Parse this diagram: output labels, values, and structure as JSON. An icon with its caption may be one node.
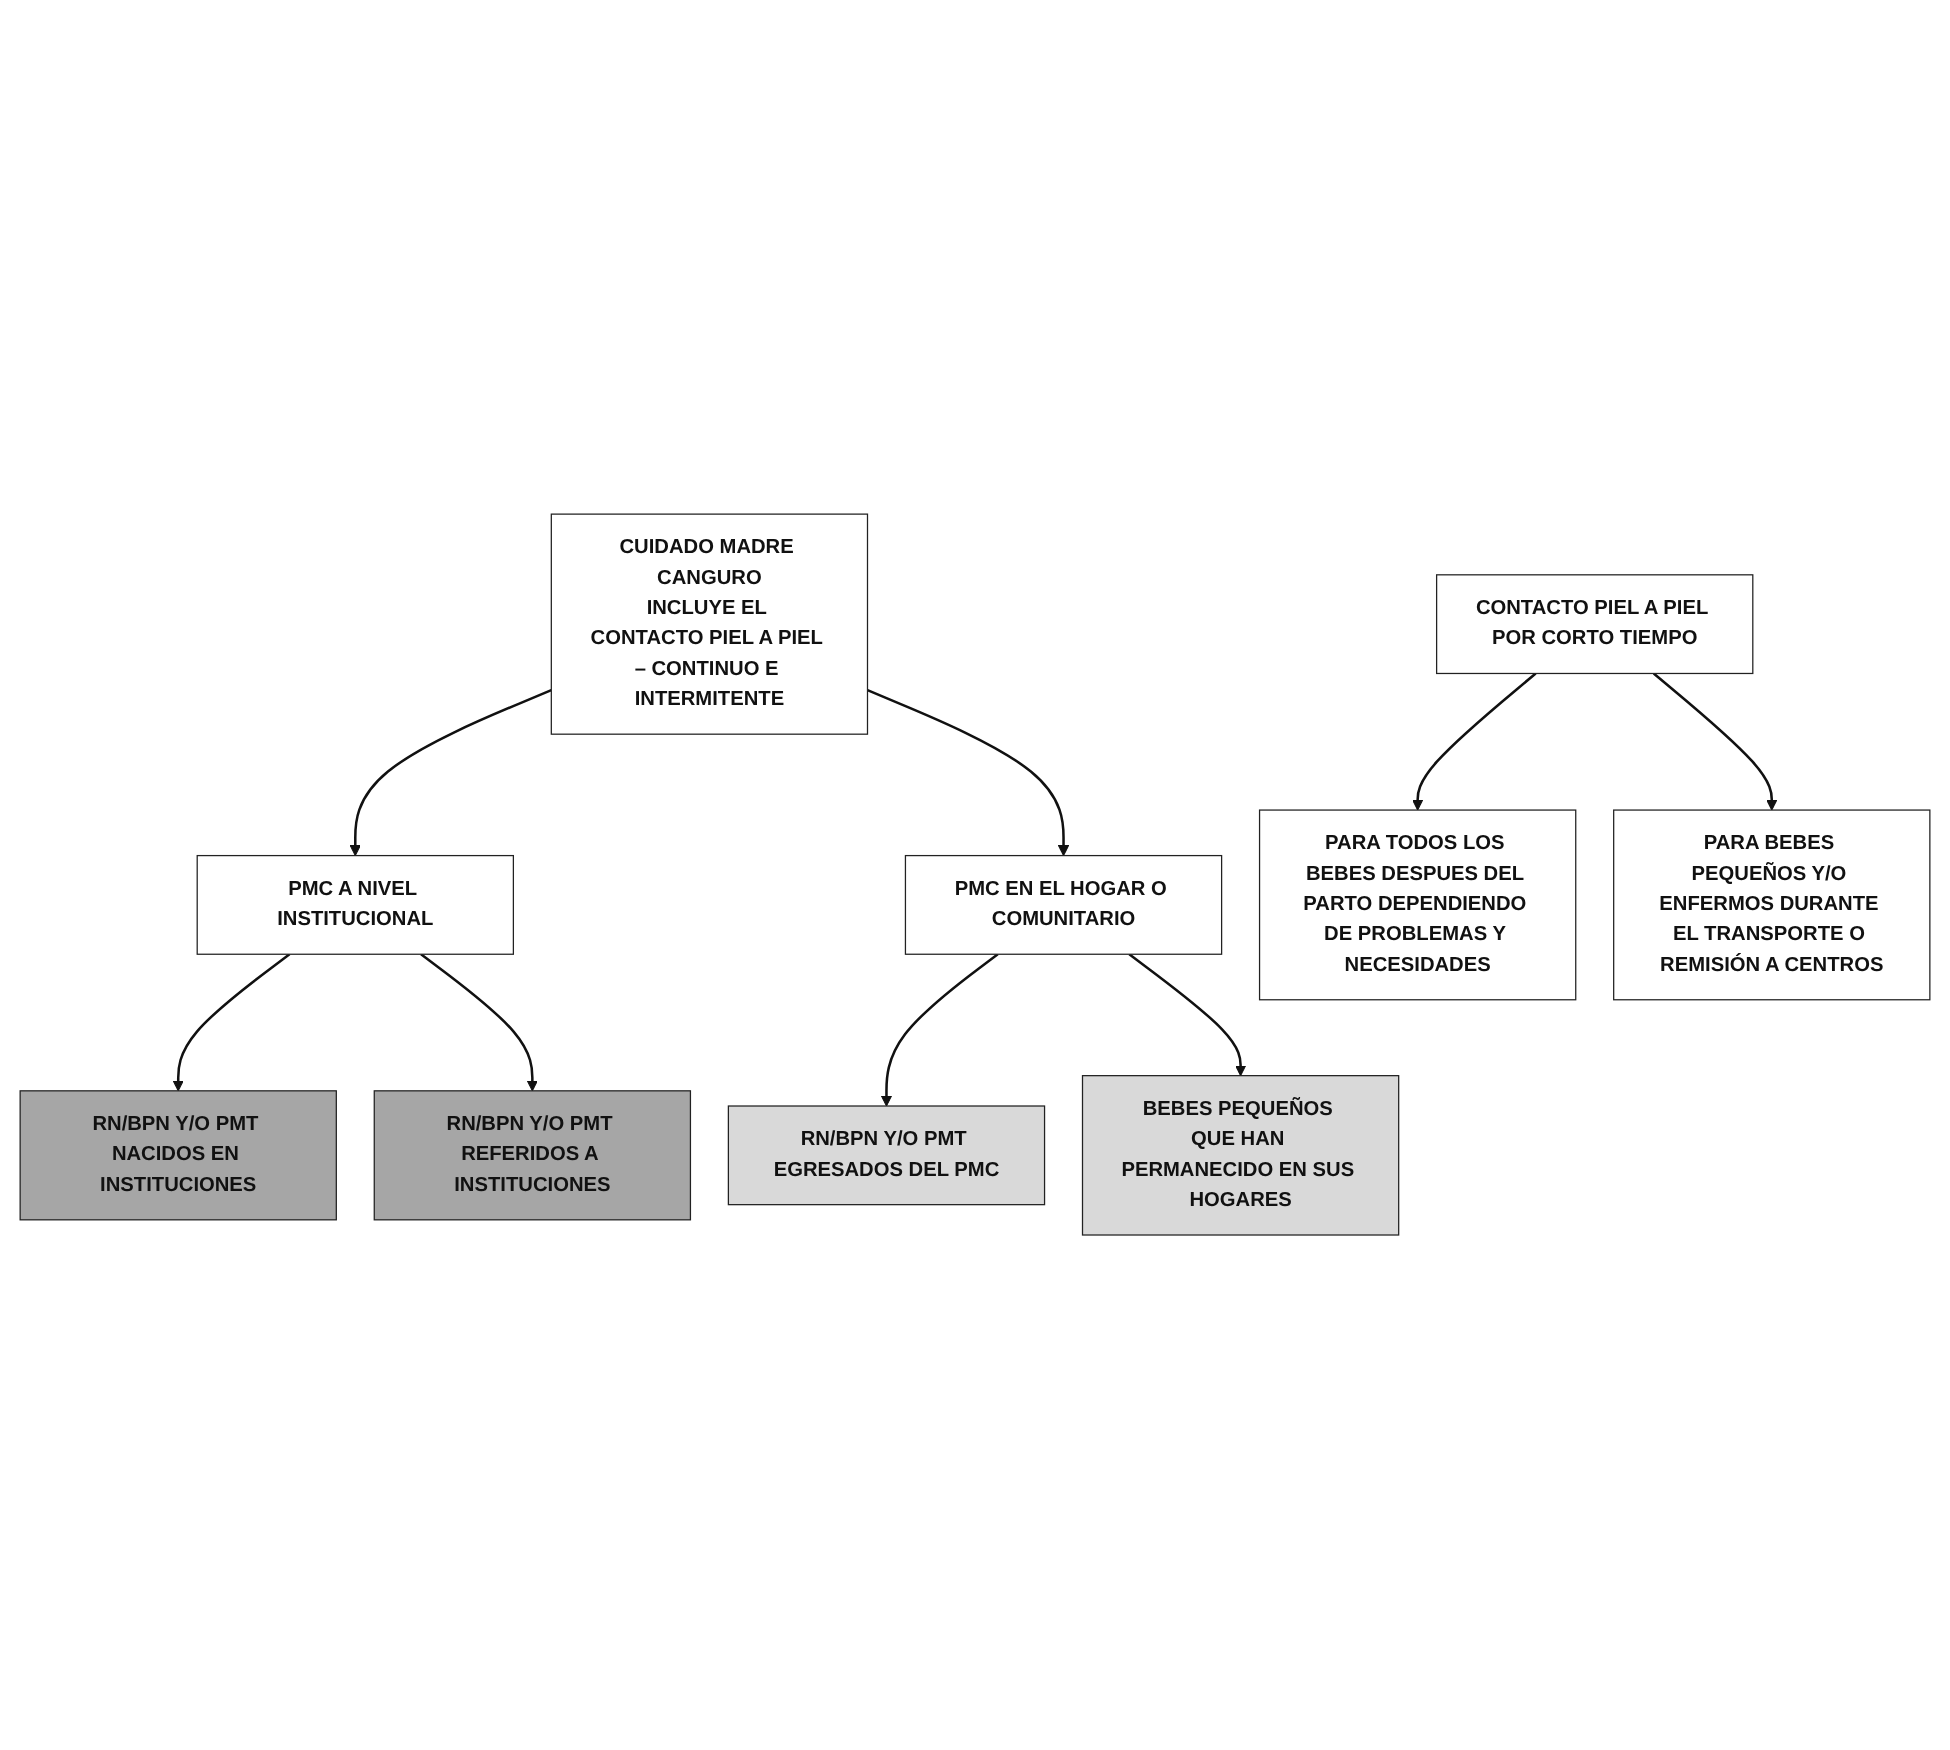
{
  "diagram": {
    "nodes": [
      {
        "text": [
          "CUIDADO MADRE CANGURO",
          "INCLUYE EL CONTACTO PIEL A PIEL – CONTINUO E INTERMITENTE"
        ]
      },
      {
        "text": [
          "PMC A NIVEL INSTITUCIONAL"
        ]
      },
      {
        "text": [
          "PMC EN EL HOGAR O COMUNITARIO"
        ]
      },
      {
        "text": [
          "RN/BPN Y/O PMT NACIDOS EN INSTITUCIONES"
        ]
      },
      {
        "text": [
          "RN/BPN Y/O PMT REFERIDOS A INSTITUCIONES"
        ]
      },
      {
        "text": [
          "RN/BPN Y/O PMT EGRESADOS DEL PMC"
        ]
      },
      {
        "text": [
          "BEBES PEQUEÑOS QUE HAN PERMANECIDO EN SUS HOGARES"
        ]
      },
      {
        "text": [
          "CONTACTO PIEL A PIEL POR CORTO TIEMPO"
        ]
      },
      {
        "text": [
          "PARA TODOS LOS BEBES DESPUES DEL PARTO DEPENDIENDO DE PROBLEMAS Y NECESIDADES"
        ]
      },
      {
        "text": [
          "PARA BEBES PEQUEÑOS Y/O ENFERMOS DURANTE EL TRANSPORTE O REMISIÓN A CENTROS"
        ]
      }
    ],
    "edges": [
      {
        "from": 0,
        "to": 1,
        "arrow": "to"
      },
      {
        "from": 0,
        "to": 2,
        "arrow": "to"
      },
      {
        "from": 1,
        "to": 3,
        "arrow": "to"
      },
      {
        "from": 1,
        "to": 4,
        "arrow": "to"
      },
      {
        "from": 2,
        "to": 5,
        "arrow": "to"
      },
      {
        "from": 2,
        "to": 6,
        "arrow": "to"
      },
      {
        "from": 7,
        "to": 8,
        "arrow": "to"
      },
      {
        "from": 7,
        "to": 9,
        "arrow": "to"
      }
    ]
  }
}
